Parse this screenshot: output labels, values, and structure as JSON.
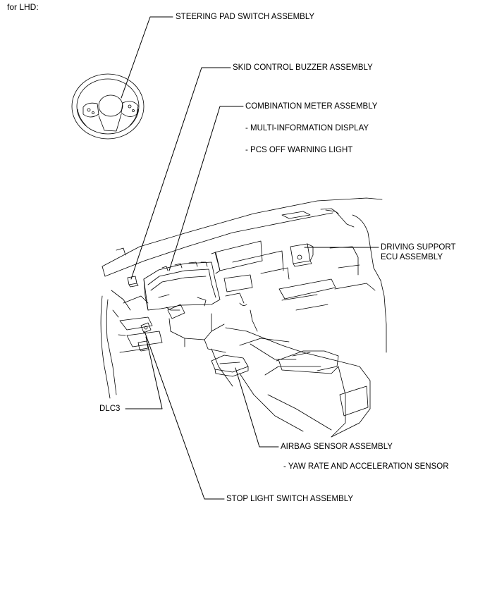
{
  "header": {
    "title": "for LHD:"
  },
  "labels": {
    "steering_pad": "STEERING PAD SWITCH ASSEMBLY",
    "skid_buzzer": "SKID CONTROL BUZZER ASSEMBLY",
    "combination_meter": "COMBINATION METER ASSEMBLY",
    "multi_info": "- MULTI-INFORMATION DISPLAY",
    "pcs_off": "- PCS OFF WARNING LIGHT",
    "driving_support_1": "DRIVING SUPPORT",
    "driving_support_2": "ECU ASSEMBLY",
    "dlc3": "DLC3",
    "airbag_sensor": "AIRBAG SENSOR ASSEMBLY",
    "yaw_rate": "- YAW RATE AND ACCELERATION SENSOR",
    "stop_light": "STOP LIGHT SWITCH ASSEMBLY"
  },
  "colors": {
    "line": "#000000",
    "background": "#ffffff"
  }
}
